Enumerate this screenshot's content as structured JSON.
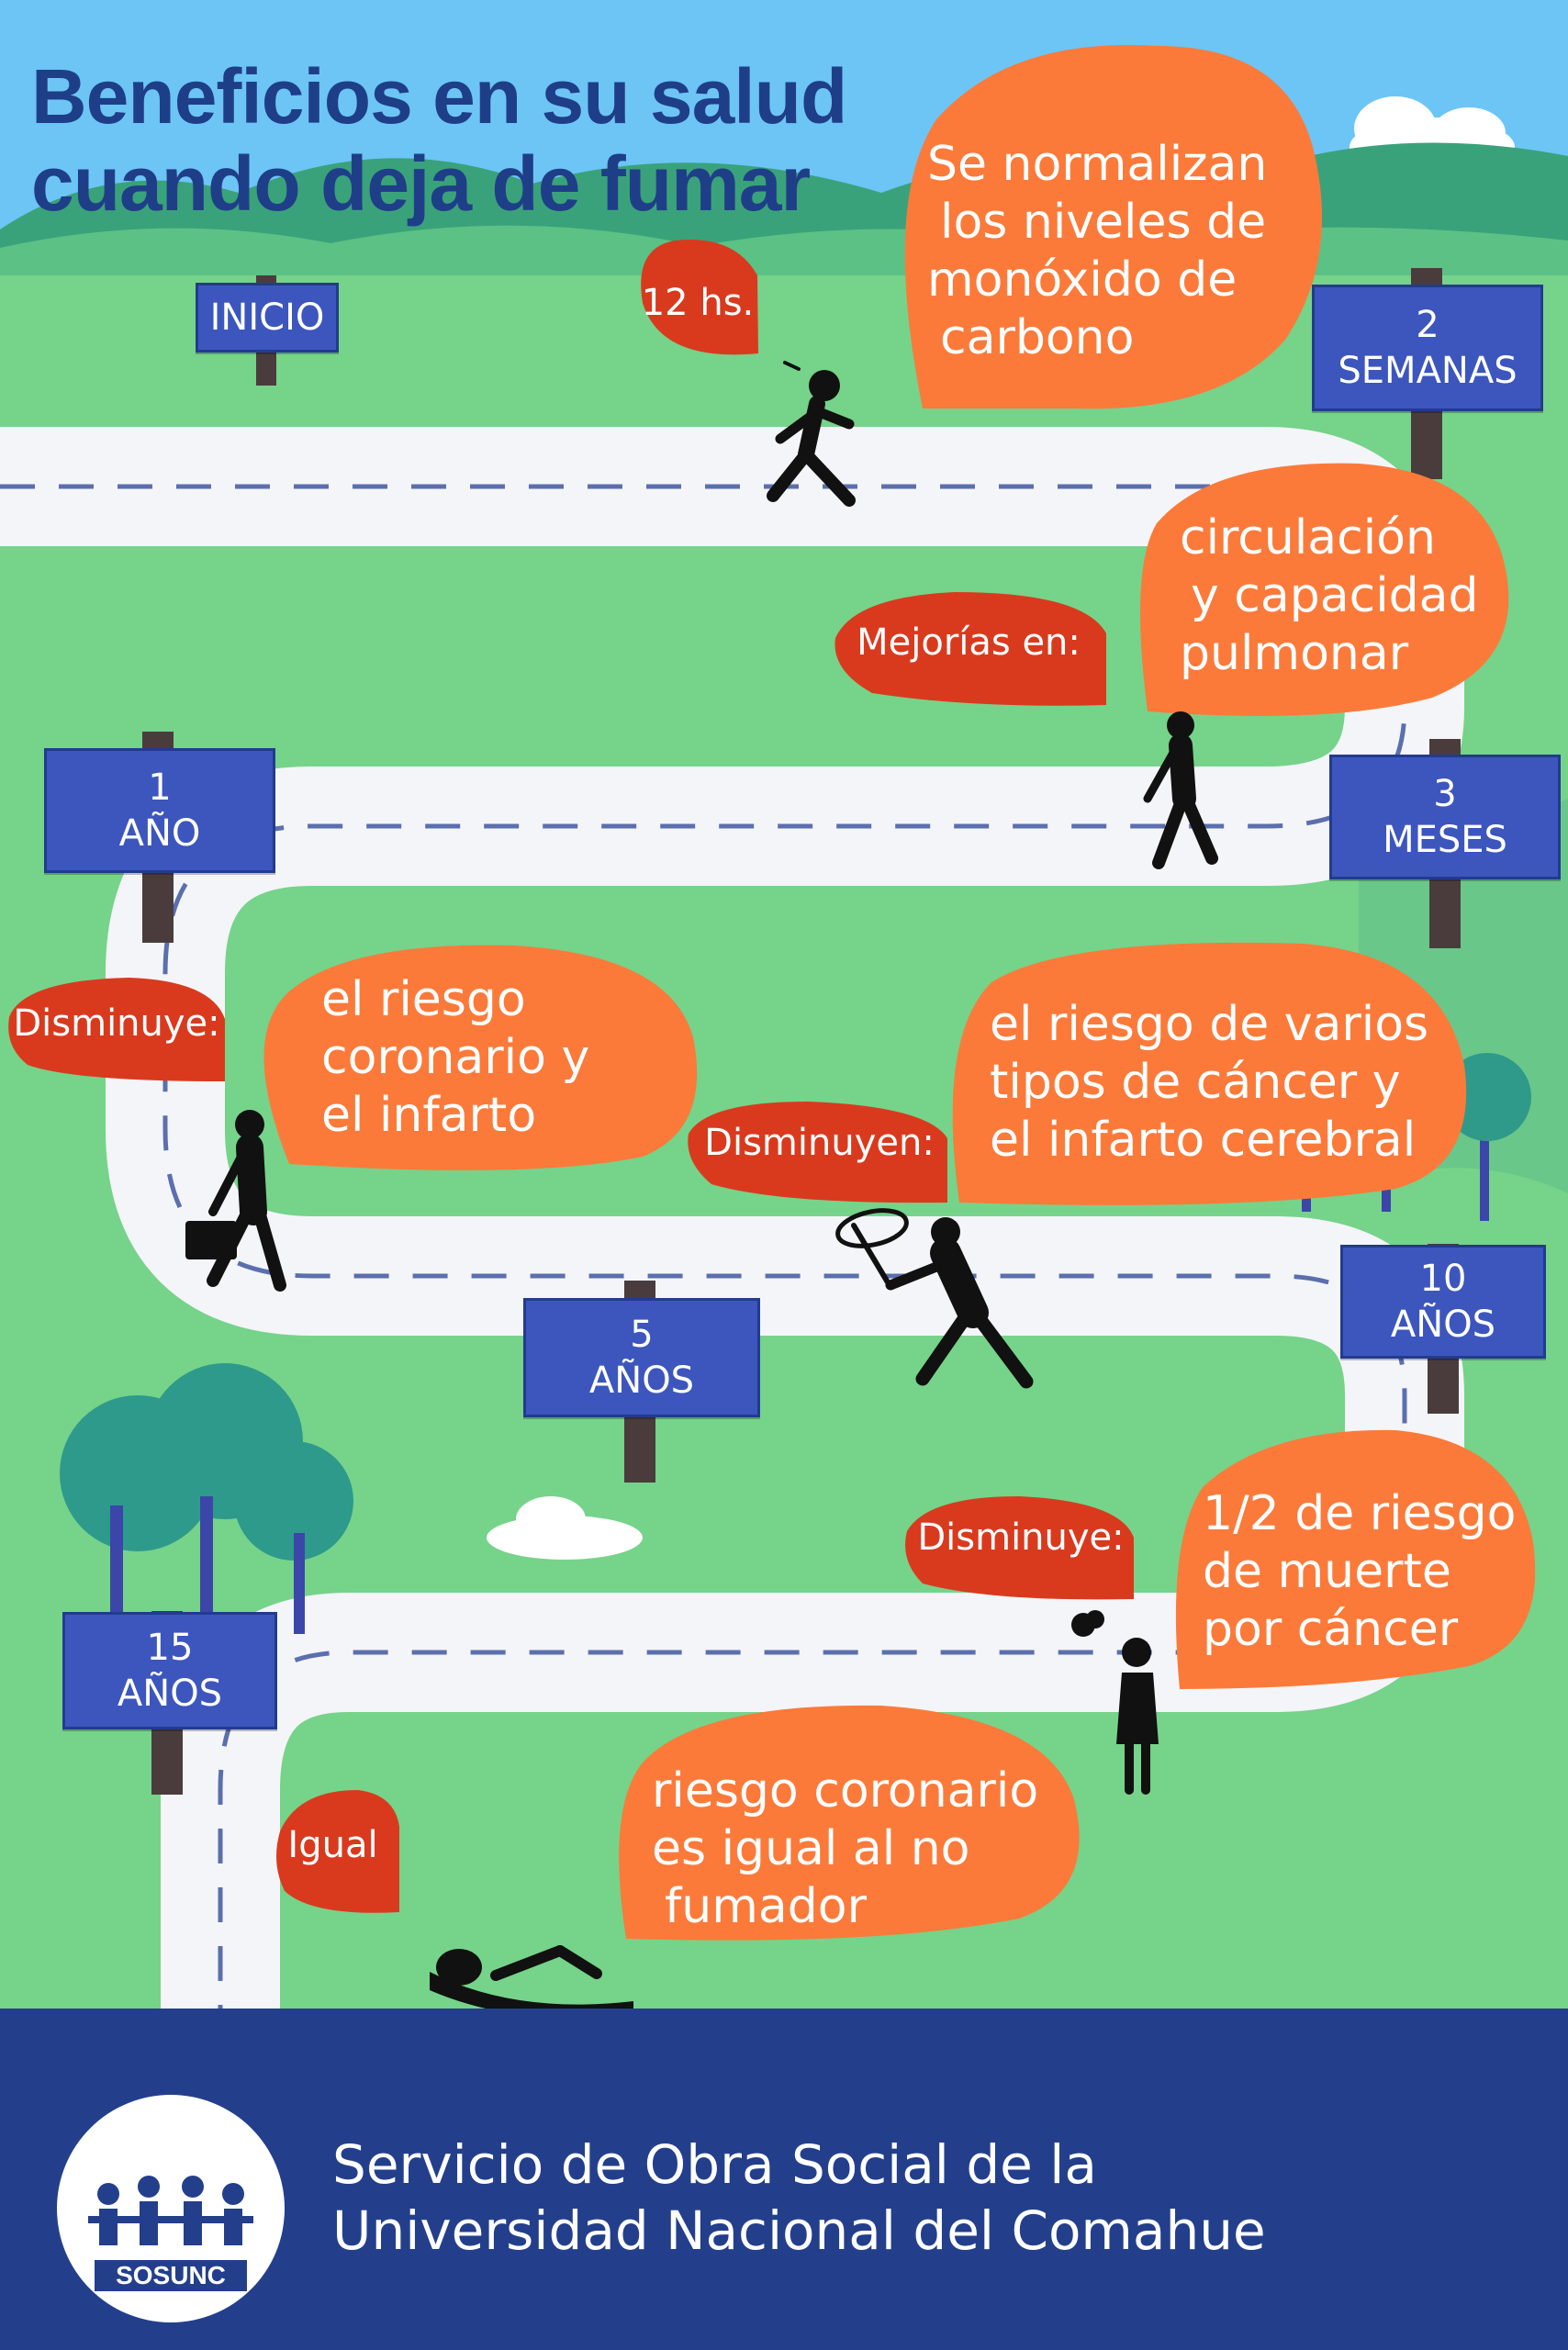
{
  "title": {
    "line1": "Beneficios en su salud",
    "line2": "cuando deja de fumar"
  },
  "signs": {
    "inicio": "INICIO",
    "semanas_num": "2",
    "semanas_unit": "SEMANAS",
    "meses_num": "3",
    "meses_unit": "MESES",
    "ano1_num": "1",
    "ano1_unit": "AÑO",
    "anos5_num": "5",
    "anos5_unit": "AÑOS",
    "anos10_num": "10",
    "anos10_unit": "AÑOS",
    "anos15_num": "15",
    "anos15_unit": "AÑOS"
  },
  "bubbles": {
    "hs12": "12 hs.",
    "monoxido": [
      "Se normalizan",
      "los niveles de",
      "monóxido de",
      "carbono"
    ],
    "mejorias": "Mejorías en:",
    "circulacion": [
      "circulación",
      "y capacidad",
      "pulmonar"
    ],
    "disminuye_1": "Disminuye:",
    "coronario": [
      "el riesgo",
      "coronario y",
      "el infarto"
    ],
    "disminuyen": "Disminuyen:",
    "cancer": [
      "el riesgo de varios",
      "tipos de cáncer y",
      "el infarto cerebral"
    ],
    "disminuye_2": "Disminuye:",
    "muerte": [
      "1/2 de riesgo",
      "de muerte",
      "por cáncer"
    ],
    "igual": "Igual",
    "no_fumador": [
      "riesgo coronario",
      "es igual al no",
      "fumador"
    ]
  },
  "footer": {
    "logo_text": "SOSUNC",
    "org_line1": "Servicio de Obra Social de la",
    "org_line2": "Universidad Nacional del Comahue"
  },
  "colors": {
    "sky": "#6cc5f5",
    "grass": "#76d38a",
    "road": "#f4f5f8",
    "sign": "#3c56bd",
    "bubble_orange": "#fb7a3a",
    "bubble_red": "#d93a1e",
    "title": "#1f3e88",
    "footer": "#233f8c"
  },
  "icons": [
    "running-person-icon",
    "walking-person-icon",
    "businessman-icon",
    "butterfly-net-person-icon",
    "standing-woman-icon",
    "lying-person-icon"
  ]
}
